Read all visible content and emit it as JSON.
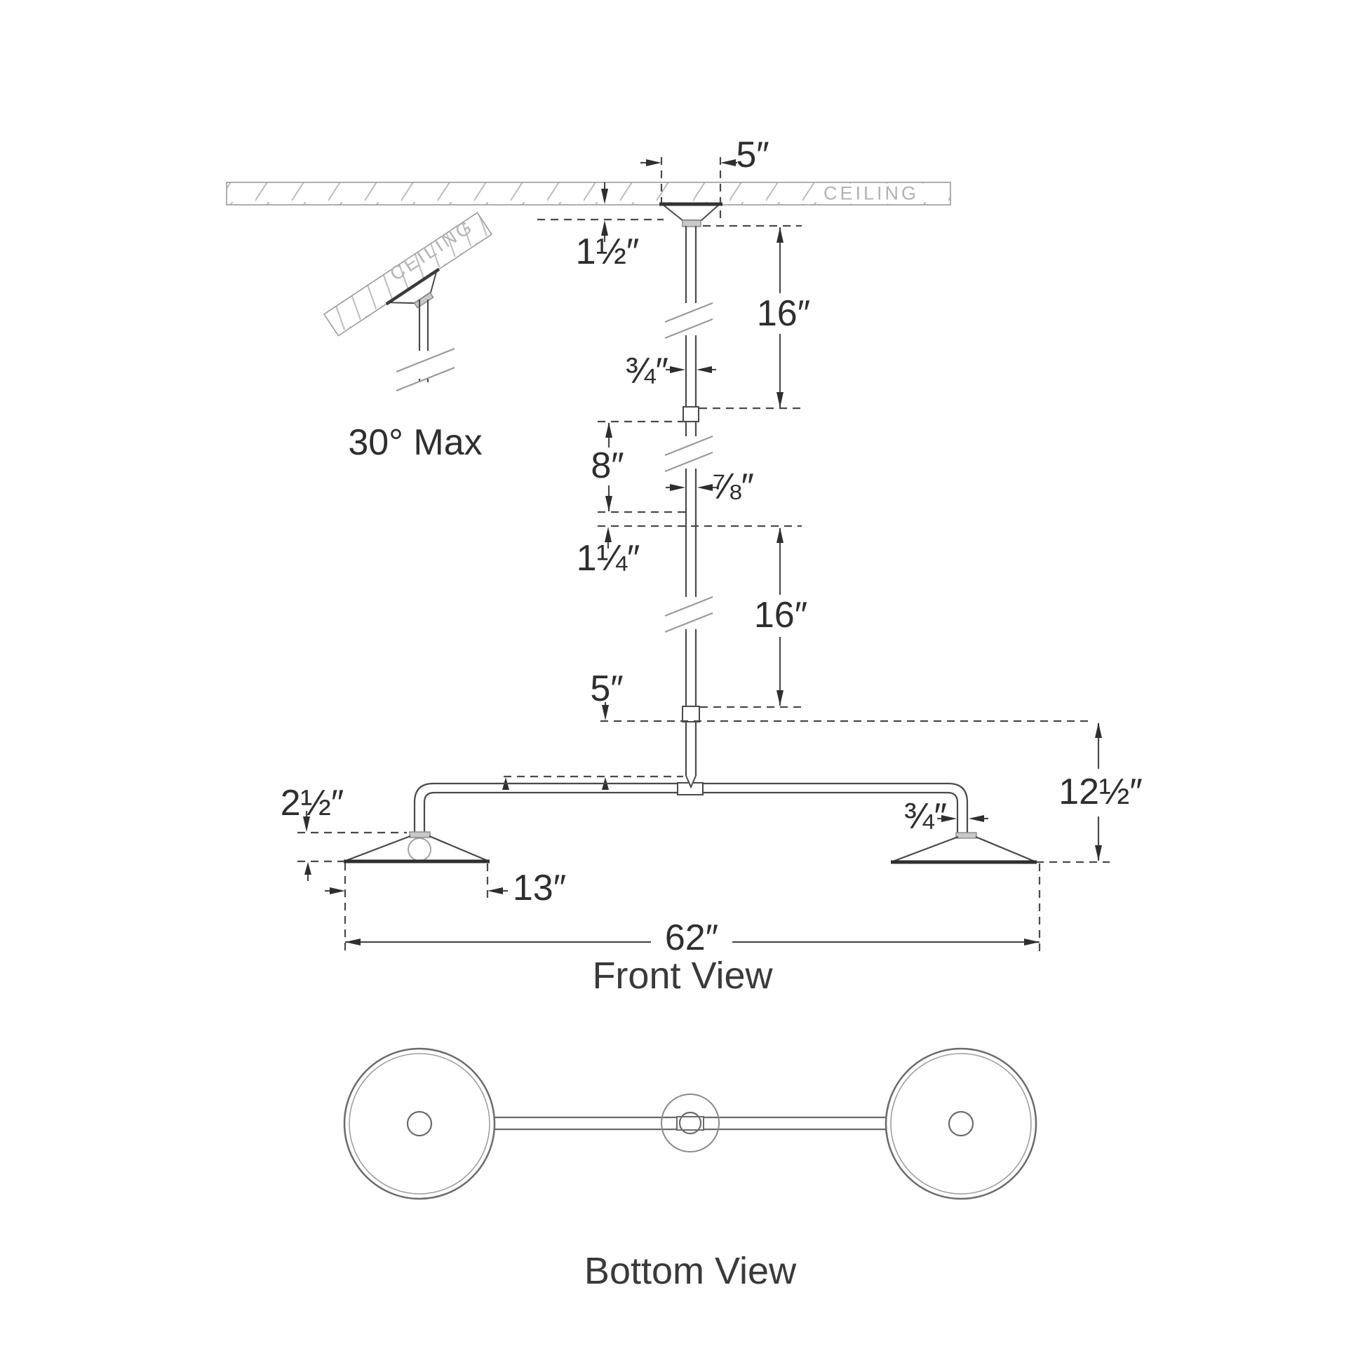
{
  "view_labels": {
    "front": "Front View",
    "bottom": "Bottom View"
  },
  "ceiling": {
    "main_label": "CEILING",
    "inset_label": "CEILING",
    "max_tilt": "30° Max"
  },
  "dimensions": {
    "canopy_width": "5″",
    "canopy_offset": "1½″",
    "stem_upper_length": "16″",
    "stem_upper_diameter": "¾″",
    "stem_mid_length": "8″",
    "stem_lower_diameter": "⅞″",
    "coupler_length": "1¼″",
    "stem_lower_length": "16″",
    "stem_bottom_length": "5″",
    "drop_height": "12½″",
    "shade_height": "2½″",
    "arm_drop_diameter": "¾″",
    "shade_diameter": "13″",
    "overall_width": "62″"
  }
}
